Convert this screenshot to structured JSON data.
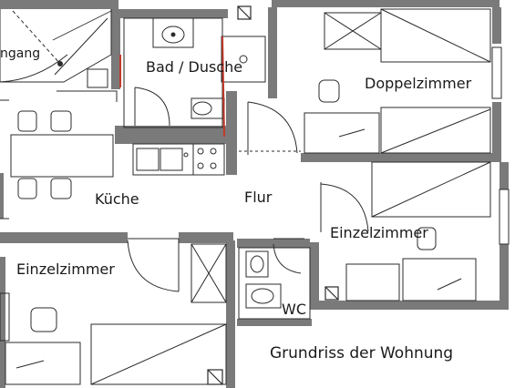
{
  "plan": {
    "caption": "Grundriss der Wohnung",
    "rooms": {
      "entrance": "ngang",
      "bathroom": "Bad / Dusche",
      "double_room": "Doppelzimmer",
      "kitchen": "Küche",
      "hallway": "Flur",
      "single_room_right": "Einzelzimmer",
      "single_room_left": "Einzelzimmer",
      "toilet": "WC"
    },
    "colors": {
      "wall": "#7a7a7a",
      "line": "#2b2b2b",
      "accent": "#c0392b",
      "background": "#ffffff"
    }
  }
}
